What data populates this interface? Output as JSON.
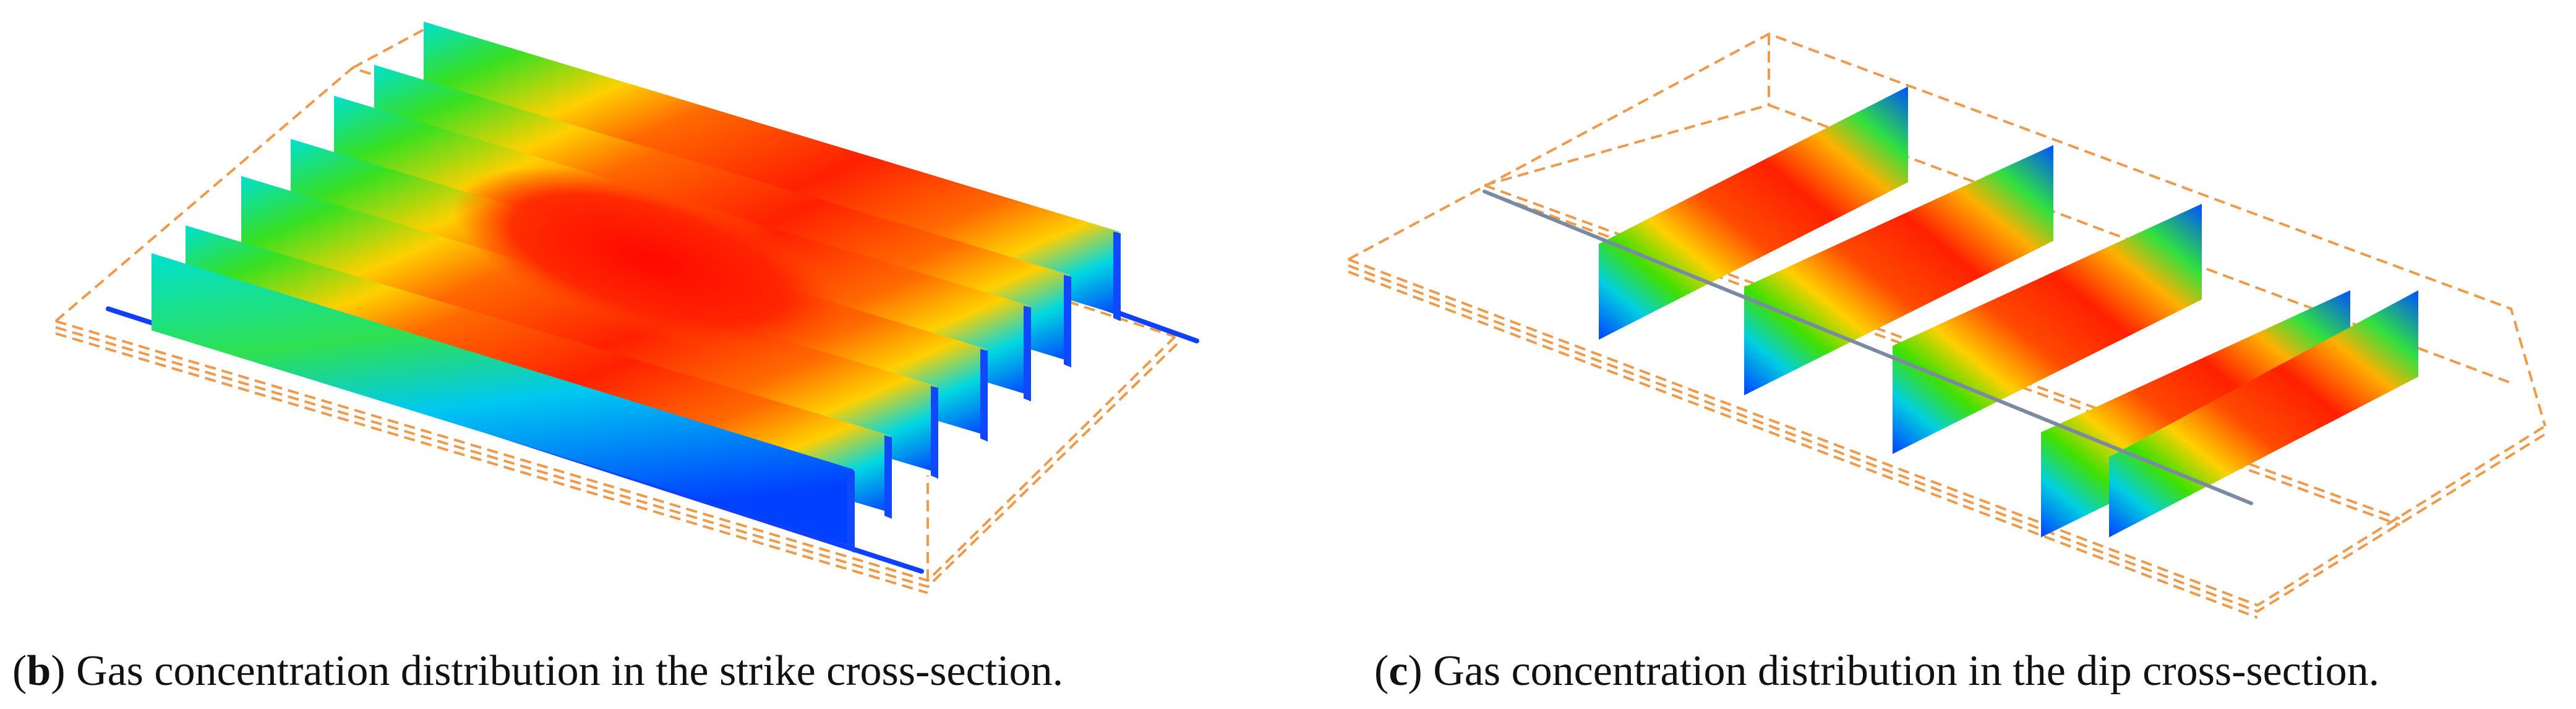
{
  "captions": {
    "b": {
      "letter": "b",
      "text": " Gas concentration distribution in the strike cross-section."
    },
    "c": {
      "letter": "c",
      "text": " Gas concentration distribution in the dip cross-section."
    }
  },
  "colors": {
    "outline": "#ef9a4a",
    "high": "#ff1a00",
    "mid_high": "#ff5a00",
    "mid": "#ffd000",
    "low_mid": "#2fe000",
    "low": "#00d8e0",
    "lowest": "#0050ff"
  }
}
